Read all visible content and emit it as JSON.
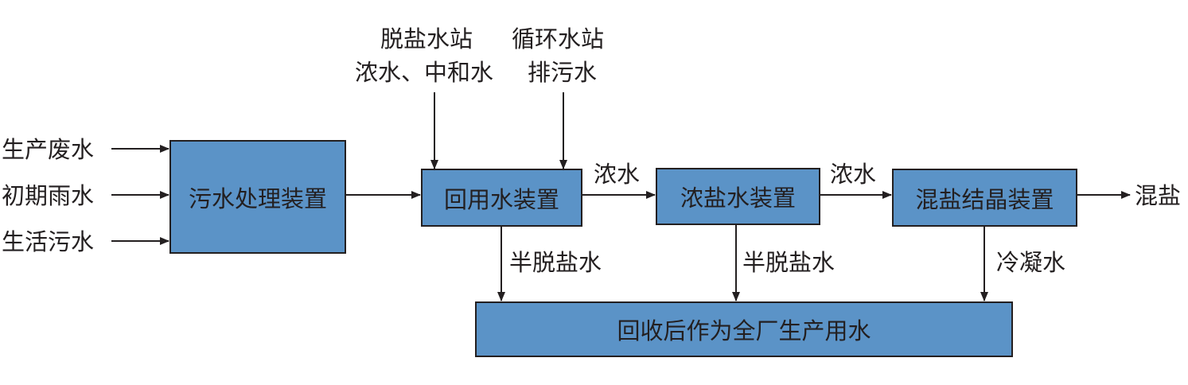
{
  "inputs": {
    "production_wastewater": "生产废水",
    "initial_rainwater": "初期雨水",
    "domestic_sewage": "生活污水"
  },
  "top_inputs": {
    "desalination_line1": "脱盐水站",
    "desalination_line2": "浓水、中和水",
    "circulating_line1": "循环水站",
    "circulating_line2": "排污水"
  },
  "boxes": {
    "sewage_treatment": "污水处理装置",
    "reuse_water": "回用水装置",
    "brine": "浓盐水装置",
    "mixed_salt_crystallization": "混盐结晶装置",
    "recovery": "回收后作为全厂生产用水"
  },
  "flows": {
    "concentrate_1": "浓水",
    "concentrate_2": "浓水",
    "mixed_salt_output": "混盐",
    "semi_desalted_1": "半脱盐水",
    "semi_desalted_2": "半脱盐水",
    "condensate": "冷凝水"
  }
}
